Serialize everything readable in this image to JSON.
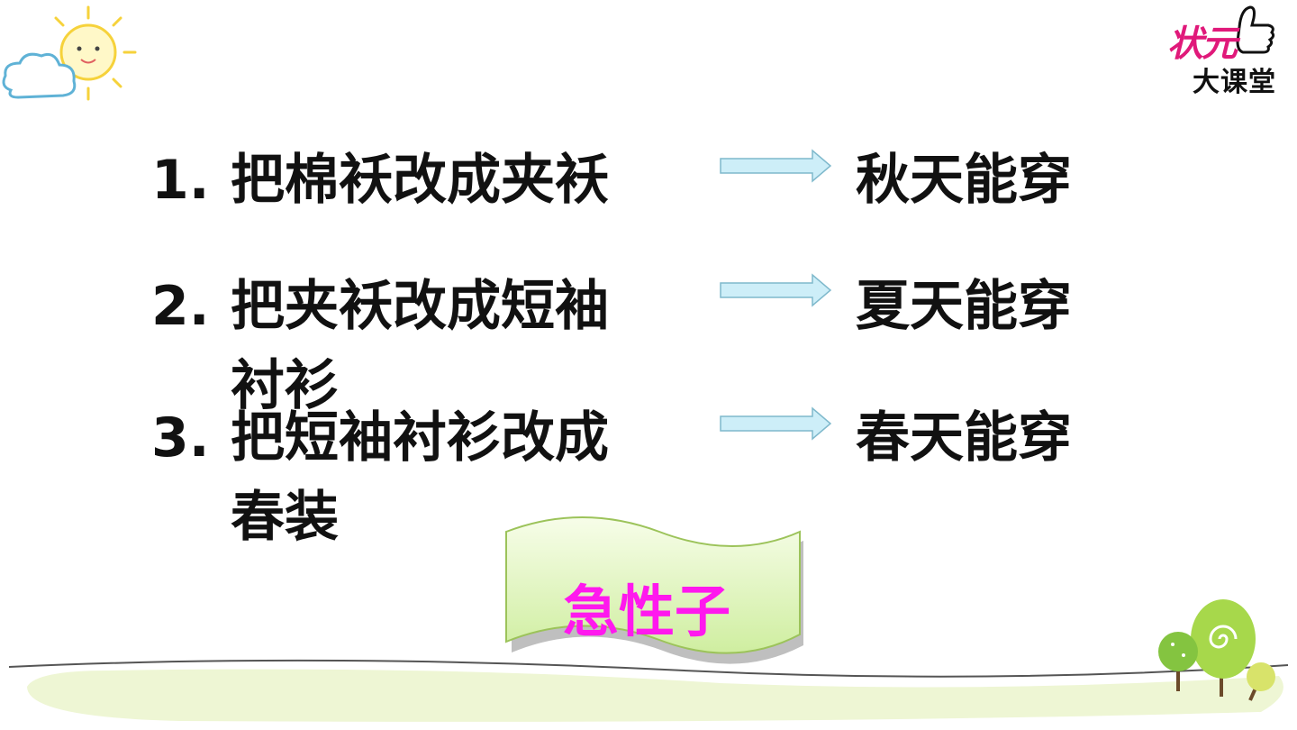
{
  "logo": {
    "top_text": "状元",
    "bottom_text": "大课堂"
  },
  "items": [
    {
      "number": "1.",
      "text": "把棉袄改成夹袄",
      "result": "秋天能穿"
    },
    {
      "number": "2.",
      "text": "把夹袄改成短袖衬衫",
      "result": "夏天能穿"
    },
    {
      "number": "3.",
      "text": "把短袖衬衫改成春装",
      "result": "春天能穿"
    }
  ],
  "banner": {
    "label": "急性子"
  },
  "colors": {
    "banner_text": "#ff18ee",
    "banner_fill": "#e4f7c4",
    "arrow_fill": "#cdeef8"
  }
}
